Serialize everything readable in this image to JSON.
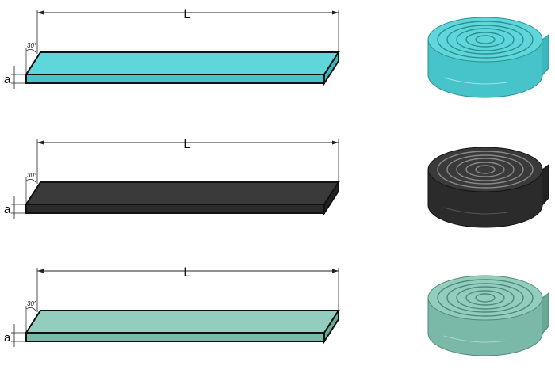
{
  "rows": [
    {
      "length_label": "L",
      "angle_label": "30°",
      "thickness_label": "a",
      "color": "#4fd3d6",
      "top_color": "#5fd7da",
      "side_color": "#46c4c9",
      "roll_dark": "#3cb8bd"
    },
    {
      "length_label": "L",
      "angle_label": "30°",
      "thickness_label": "a",
      "color": "#333333",
      "top_color": "#3a3a3a",
      "side_color": "#2b2b2b",
      "roll_dark": "#222222"
    },
    {
      "length_label": "L",
      "angle_label": "30°",
      "thickness_label": "a",
      "color": "#8cc7b6",
      "top_color": "#93cdbd",
      "side_color": "#7ab8a7",
      "roll_dark": "#68a894"
    }
  ]
}
